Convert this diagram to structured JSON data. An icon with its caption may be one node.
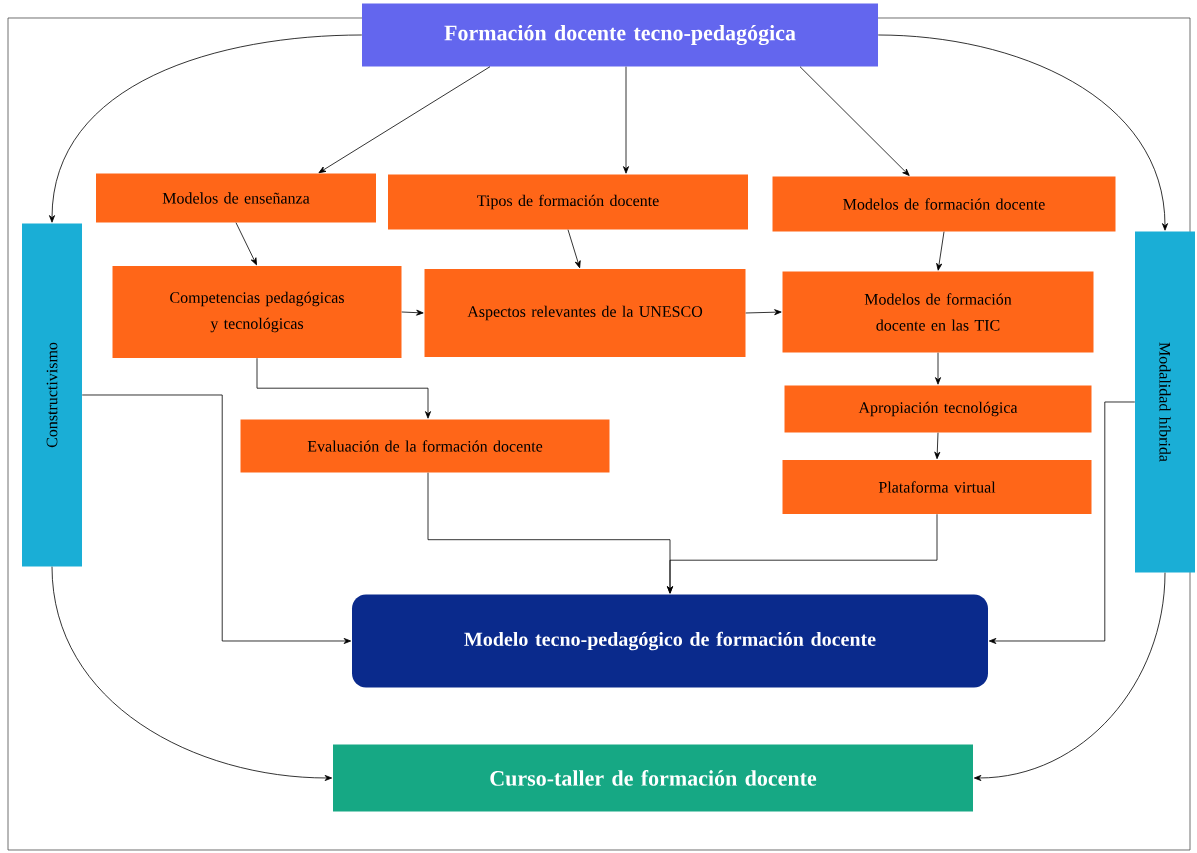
{
  "diagram": {
    "nodes": [
      {
        "text": [
          "Formación docente tecno-pedagógica"
        ]
      },
      {
        "text": [
          "Constructivismo"
        ]
      },
      {
        "text": [
          "Modelos de enseñanza"
        ]
      },
      {
        "text": [
          "Tipos de formación docente"
        ]
      },
      {
        "text": [
          "Modelos de formación docente"
        ]
      },
      {
        "text": [
          "Modalidad híbrida"
        ]
      },
      {
        "text": [
          "Competencias pedagógicas y tecnológicas"
        ]
      },
      {
        "text": [
          "Aspectos relevantes de la UNESCO"
        ]
      },
      {
        "text": [
          "Modelos de formación docente en las TIC"
        ]
      },
      {
        "text": [
          "Apropiación tecnológica"
        ]
      },
      {
        "text": [
          "Evaluación de la formación docente"
        ]
      },
      {
        "text": [
          "Plataforma virtual"
        ]
      },
      {
        "text": [
          "Modelo tecno-pedagógico de formación docente"
        ]
      },
      {
        "text": [
          "Curso-taller de formación docente"
        ]
      }
    ],
    "edges": [
      {
        "from": 0,
        "to": 1,
        "arrow": "to"
      },
      {
        "from": 0,
        "to": 2,
        "arrow": "to"
      },
      {
        "from": 0,
        "to": 3,
        "arrow": "to"
      },
      {
        "from": 0,
        "to": 4,
        "arrow": "to"
      },
      {
        "from": 0,
        "to": 5,
        "arrow": "to"
      },
      {
        "from": 2,
        "to": 6,
        "arrow": "to"
      },
      {
        "from": 3,
        "to": 7,
        "arrow": "to"
      },
      {
        "from": 4,
        "to": 8,
        "arrow": "to"
      },
      {
        "from": 6,
        "to": 7,
        "arrow": "to"
      },
      {
        "from": 7,
        "to": 8,
        "arrow": "to"
      },
      {
        "from": 8,
        "to": 9,
        "arrow": "to"
      },
      {
        "from": 9,
        "to": 11,
        "arrow": "to"
      },
      {
        "from": 6,
        "to": 10,
        "arrow": "to"
      },
      {
        "from": 10,
        "to": 12,
        "arrow": "to"
      },
      {
        "from": 11,
        "to": 12,
        "arrow": "to"
      },
      {
        "from": 1,
        "to": 12,
        "arrow": "to"
      },
      {
        "from": 5,
        "to": 12,
        "arrow": "to"
      },
      {
        "from": 1,
        "to": 13,
        "arrow": "to"
      },
      {
        "from": 5,
        "to": 13,
        "arrow": "to"
      }
    ]
  }
}
